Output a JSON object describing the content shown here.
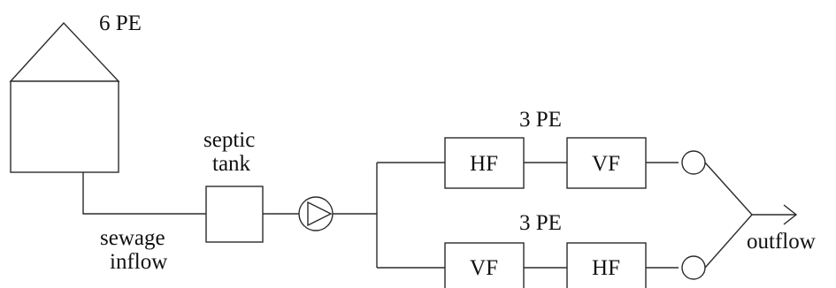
{
  "diagram": {
    "house_label": "6 PE",
    "septic_label_line1": "septic",
    "septic_label_line2": "tank",
    "inflow_label_line1": "sewage",
    "inflow_label_line2": "inflow",
    "upper_branch_label": "3 PE",
    "lower_branch_label": "3 PE",
    "upper_box1": "HF",
    "upper_box2": "VF",
    "lower_box1": "VF",
    "lower_box2": "HF",
    "outflow_label": "outflow"
  },
  "icons": {
    "house": "house-shape",
    "pump": "pump-triangle-in-circle",
    "sampling_point": "circle"
  }
}
